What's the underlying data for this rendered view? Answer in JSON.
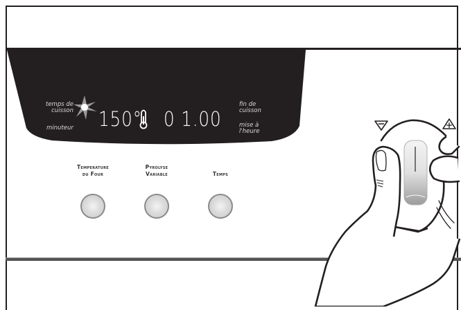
{
  "display": {
    "cooking_time_label": "temps de cuisson",
    "timer_label": "minuteur",
    "temperature": "150°",
    "time": "0 1.00",
    "end_of_cooking_label": "fin de cuisson",
    "clock_set_label": "mise à l'heure",
    "background_color": "#231f20"
  },
  "buttons": [
    {
      "label_line1": "Temperature",
      "label_line2": "du Four"
    },
    {
      "label_line1": "Pyrolyse",
      "label_line2": "Variable"
    },
    {
      "label_line1": "",
      "label_line2": "Temps"
    }
  ],
  "knob": {
    "minus_symbol": "−",
    "plus_symbol": "+"
  }
}
